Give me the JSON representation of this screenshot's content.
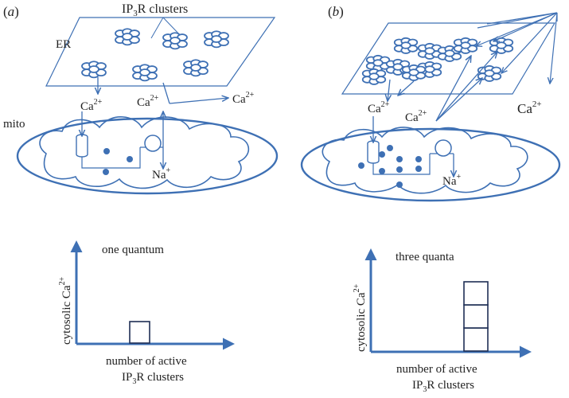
{
  "colors": {
    "line": "#3e70b4",
    "dot": "#3e70b4",
    "text": "#222222",
    "box": "#1f2f55"
  },
  "panel_a": {
    "tag_open": "(",
    "tag_letter": "a",
    "tag_close": ")",
    "ip3r_prefix": "IP",
    "ip3r_sub": "3",
    "ip3r_suffix": "R clusters",
    "er": "ER",
    "mito": "mito",
    "ca_base": "Ca",
    "ca_sup": "2+",
    "na_base": "Na",
    "na_sup": "+",
    "graph": {
      "title": "one quantum",
      "ylabel_base": "cytosolic  Ca",
      "ylabel_sup": "2+",
      "xlabel_line1": "number of active",
      "xlabel_line2_prefix": "IP",
      "xlabel_line2_sub": "3",
      "xlabel_line2_suffix": "R clusters",
      "quanta": 1
    }
  },
  "panel_b": {
    "tag_open": "(",
    "tag_letter": "b",
    "tag_close": ")",
    "ca_base": "Ca",
    "ca_sup": "2+",
    "na_base": "Na",
    "na_sup": "+",
    "graph": {
      "title": "three quanta",
      "ylabel_base": "cytosolic  Ca",
      "ylabel_sup": "2+",
      "xlabel_line1": "number of active",
      "xlabel_line2_prefix": "IP",
      "xlabel_line2_sub": "3",
      "xlabel_line2_suffix": "R clusters",
      "quanta": 3
    }
  }
}
